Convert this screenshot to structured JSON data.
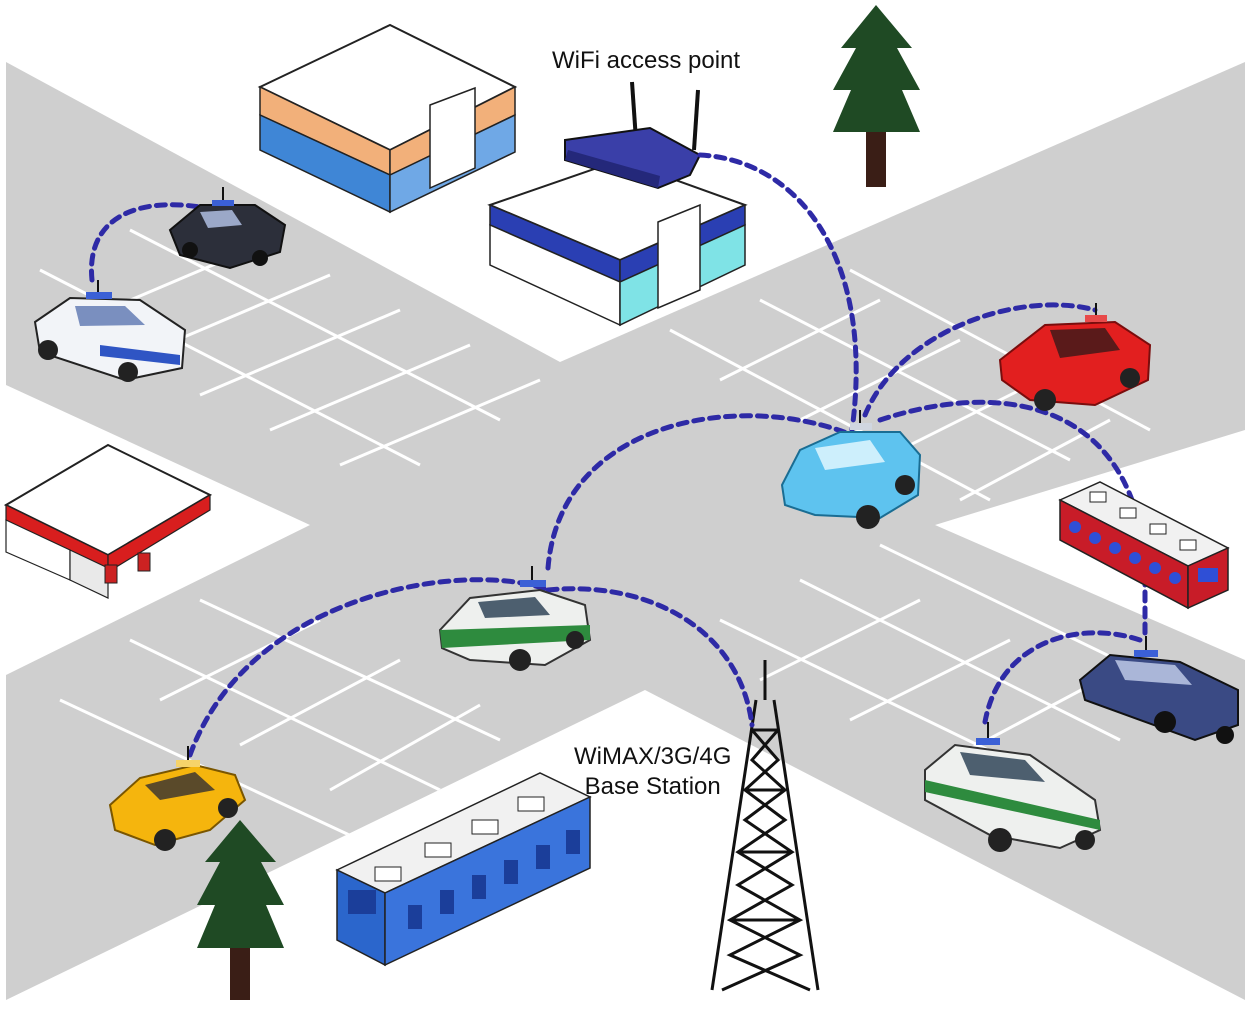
{
  "labels": {
    "wifi_access_point": "WiFi access point",
    "base_station_line1": "WiMAX/3G/4G",
    "base_station_line2": "Base Station"
  },
  "vehicles": [
    {
      "id": "police-car-top-left",
      "body_color": "#2c2f3a"
    },
    {
      "id": "police-car-white",
      "body_color": "#f2f4f8"
    },
    {
      "id": "red-car",
      "body_color": "#e21f1f"
    },
    {
      "id": "blue-car",
      "body_color": "#5ec3ef"
    },
    {
      "id": "bus-right",
      "body_color": "#c81c28"
    },
    {
      "id": "green-police-car-center",
      "body_color": "#eef0ee"
    },
    {
      "id": "police-car-right",
      "body_color": "#3a4a84"
    },
    {
      "id": "green-police-car-right",
      "body_color": "#eef0ee"
    },
    {
      "id": "yellow-taxi",
      "body_color": "#f5b50d"
    },
    {
      "id": "bus-bottom",
      "body_color": "#2b66cc"
    }
  ],
  "colors": {
    "road": "#cfcfcf",
    "road_markings": "#ffffff",
    "link_dash": "#2e2aa6",
    "tree": "#1f4a24",
    "trunk": "#3a1e16"
  }
}
